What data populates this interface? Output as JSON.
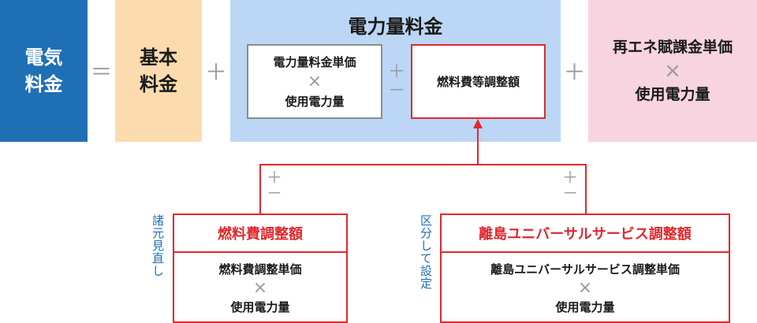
{
  "equation": {
    "electricity_fee": [
      "電気",
      "料金"
    ],
    "equals": "＝",
    "plus": "＋",
    "basic_fee": [
      "基本",
      "料金"
    ],
    "energy_charge": {
      "title": "電力量料金",
      "unit_price_box": [
        "電力量料金単価",
        "×",
        "使用電力量"
      ],
      "plus_minus": [
        "＋",
        "－"
      ],
      "fuel_adjustment": "燃料費等調整額"
    },
    "renewable": [
      "再エネ賦課金単価",
      "×",
      "使用電力量"
    ]
  },
  "breakdown": {
    "plus_minus": [
      "＋",
      "－"
    ],
    "fuel": {
      "side_label": "諸元見直し",
      "title": "燃料費調整額",
      "body": [
        "燃料費調整単価",
        "×",
        "使用電力量"
      ]
    },
    "island": {
      "side_label": "区分して設定",
      "title": "離島ユニバーサルサービス調整額",
      "body": [
        "離島ユニバーサルサービス調整単価",
        "×",
        "使用電力量"
      ]
    }
  },
  "colors": {
    "blue": "#1f6fb5",
    "orange": "#fcdcae",
    "light_blue": "#bcd6f6",
    "pink": "#f7d4e0",
    "red": "#e0282e",
    "gray": "#9a9a9a"
  }
}
